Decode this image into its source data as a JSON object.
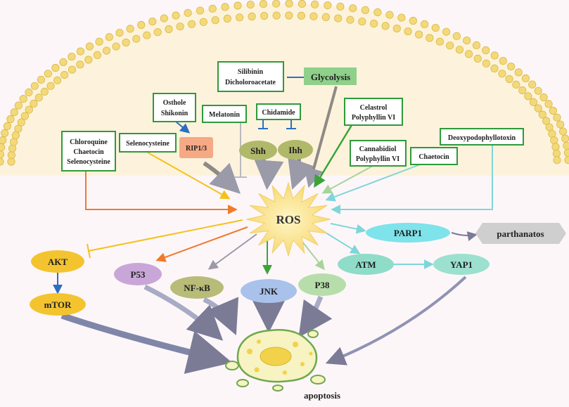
{
  "drug_boxes": {
    "silibinin": [
      "Silibinin",
      "Dicholoroacetate"
    ],
    "osthole": [
      "Osthole",
      "Shikonin"
    ],
    "melatonin": [
      "Melatonin"
    ],
    "chidamide": [
      "Chidamide"
    ],
    "celastrol": [
      "Celastrol",
      "Polyphyllin VI"
    ],
    "chloroquine": [
      "Chloroquine",
      "Chaetocin",
      "Selenocysteine"
    ],
    "selenocysteine": [
      "Selenocysteine"
    ],
    "cannabidiol": [
      "Cannabidiol",
      "Polyphyllin VI"
    ],
    "chaetocin": [
      "Chaetocin"
    ],
    "deoxypodophyllotoxin": [
      "Deoxypodophyllotoxin"
    ]
  },
  "nodes": {
    "glycolysis": "Glycolysis",
    "rip": "RIP1/3",
    "shh": "Shh",
    "ihh": "Ihh",
    "ros": "ROS",
    "parp1": "PARP1",
    "parthanatos": "parthanatos",
    "akt": "AKT",
    "mtor": "mTOR",
    "p53": "P53",
    "nfkb": "NF-κB",
    "jnk": "JNK",
    "p38": "P38",
    "atm": "ATM",
    "yap1": "YAP1",
    "apoptosis": "apoptosis"
  },
  "colors": {
    "membrane_fill": "#fdf3dc",
    "lipid_head": "#f3d97a",
    "box_border": "#2e9a3a",
    "glycolysis": "#8fd08a",
    "rip": "#f6a985",
    "shh_ihh": "#b0b86a",
    "ros": "#fbe89a",
    "parp1": "#7ee3ea",
    "parthanatos": "#cfcfcf",
    "akt": "#f4c430",
    "p53": "#c9a6d8",
    "nfkb": "#b8bc78",
    "jnk": "#a9c2ec",
    "p38": "#b7deaa",
    "atm": "#8fdcc8",
    "yap1": "#9ce0cf"
  }
}
